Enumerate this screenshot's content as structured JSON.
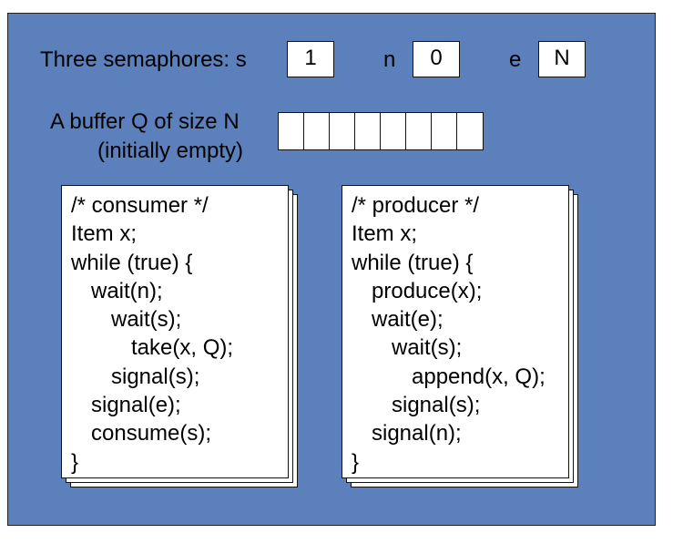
{
  "semaphores": {
    "label": "Three semaphores: s",
    "s_value": "1",
    "n_label": "n",
    "n_value": "0",
    "e_label": "e",
    "e_value": "N"
  },
  "buffer": {
    "label_line1": "A buffer Q of size N",
    "label_line2": "(initially empty)",
    "cells": 8
  },
  "consumer": {
    "lines": [
      {
        "text": "/* consumer */",
        "indent": 0
      },
      {
        "text": "Item x;",
        "indent": 0
      },
      {
        "text": "while (true) {",
        "indent": 0
      },
      {
        "text": "wait(n);",
        "indent": 1
      },
      {
        "text": "wait(s);",
        "indent": 2
      },
      {
        "text": "take(x, Q);",
        "indent": 3
      },
      {
        "text": "signal(s);",
        "indent": 2
      },
      {
        "text": "signal(e);",
        "indent": 1
      },
      {
        "text": "consume(s);",
        "indent": 1
      },
      {
        "text": "}",
        "indent": 0
      }
    ]
  },
  "producer": {
    "lines": [
      {
        "text": "/* producer */",
        "indent": 0
      },
      {
        "text": "Item x;",
        "indent": 0
      },
      {
        "text": "while (true) {",
        "indent": 0
      },
      {
        "text": "produce(x);",
        "indent": 1
      },
      {
        "text": "wait(e);",
        "indent": 1
      },
      {
        "text": "wait(s);",
        "indent": 2
      },
      {
        "text": "append(x, Q);",
        "indent": 3
      },
      {
        "text": "signal(s);",
        "indent": 2
      },
      {
        "text": "signal(n);",
        "indent": 1
      },
      {
        "text": "}",
        "indent": 0
      }
    ]
  },
  "colors": {
    "panel": "#5b80bb",
    "paper": "#ffffff",
    "ink": "#000000"
  }
}
